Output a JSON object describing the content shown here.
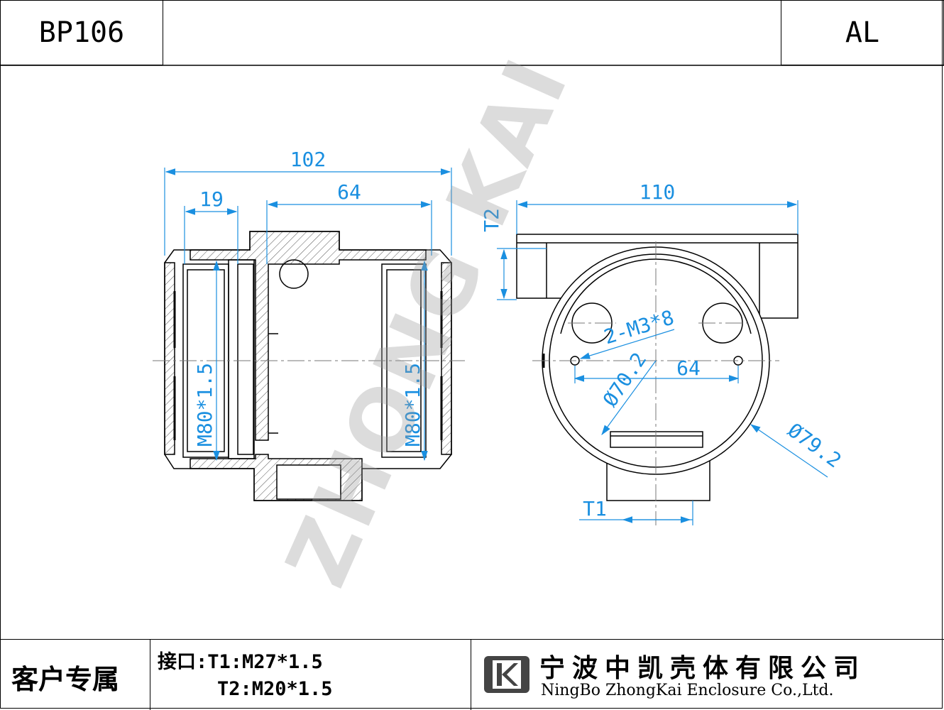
{
  "header": {
    "model": "BP106",
    "material": "AL"
  },
  "watermark": "ZHONG KAI",
  "dimensions": {
    "overall_length": "102",
    "left_offset": "19",
    "center_span": "64",
    "thread_left": "M80*1.5",
    "thread_right": "M80*1.5",
    "overall_width": "110",
    "t2_label": "T2",
    "t1_label": "T1",
    "mount_holes": "2-M3*8",
    "hole_spacing": "64",
    "inner_dia": "Ø70.2",
    "outer_dia": "Ø79.2"
  },
  "footer": {
    "customer_label": "客户专属",
    "ports_line1": "接口:T1:M27*1.5",
    "ports_line2": "T2:M20*1.5",
    "company_cn": "宁波中凯壳体有限公司",
    "company_en": "NingBo ZhongKai Enclosure Co.,Ltd."
  },
  "colors": {
    "dimension": "#1a8fe0",
    "line": "#000000"
  }
}
